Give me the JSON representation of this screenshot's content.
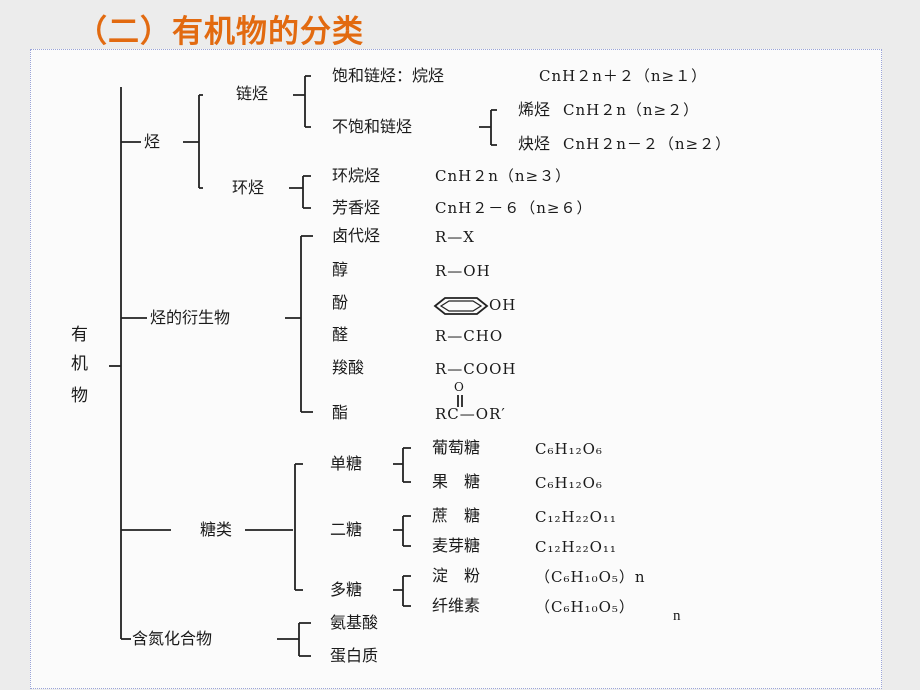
{
  "title": "（二）有机物的分类",
  "root": {
    "c1": "有",
    "c2": "机",
    "c3": "物"
  },
  "hydrocarbon": {
    "label": "烃",
    "chain": {
      "label": "链烃",
      "saturated": {
        "label": "饱和链烃：烷烃",
        "formula": "CnH２n＋２（n≥１）"
      },
      "unsaturated": {
        "label": "不饱和链烃",
        "alkene": {
          "label": "烯烃",
          "formula": "CnH２n（n≥２）"
        },
        "alkyne": {
          "label": "炔烃",
          "formula": "CnH２n－２（n≥２）"
        }
      }
    },
    "ring": {
      "label": "环烃",
      "cycloalkane": {
        "label": "环烷烃",
        "formula": "CnH２n（n≥３）"
      },
      "aromatic": {
        "label": "芳香烃",
        "formula": "CnH２－６（n≥６）"
      }
    }
  },
  "derivatives": {
    "label": "烃的衍生物",
    "items": [
      {
        "label": "卤代烃",
        "formula": "R—X"
      },
      {
        "label": "醇",
        "formula": "R—OH"
      },
      {
        "label": "酚",
        "formula": "OH"
      },
      {
        "label": "醛",
        "formula": "R—CHO"
      },
      {
        "label": "羧酸",
        "formula": "R—COOH"
      },
      {
        "label": "酯",
        "formula": "RC—OR′",
        "top": "O"
      }
    ]
  },
  "sugars": {
    "label": "糖类",
    "mono": {
      "label": "单糖",
      "items": [
        {
          "label": "葡萄糖",
          "formula": "C₆H₁₂O₆"
        },
        {
          "label": "果　糖",
          "formula": "C₆H₁₂O₆"
        }
      ]
    },
    "di": {
      "label": "二糖",
      "items": [
        {
          "label": "蔗　糖",
          "formula": "C₁₂H₂₂O₁₁"
        },
        {
          "label": "麦芽糖",
          "formula": "C₁₂H₂₂O₁₁"
        }
      ]
    },
    "poly": {
      "label": "多糖",
      "items": [
        {
          "label": "淀　粉",
          "formula": "（C₆H₁₀O₅）n"
        },
        {
          "label": "纤维素",
          "formula": "（C₆H₁₀O₅）"
        }
      ]
    }
  },
  "nitrogen": {
    "label": "含氮化合物",
    "items": [
      {
        "label": "氨基酸"
      },
      {
        "label": "蛋白质"
      }
    ]
  },
  "note": "n"
}
